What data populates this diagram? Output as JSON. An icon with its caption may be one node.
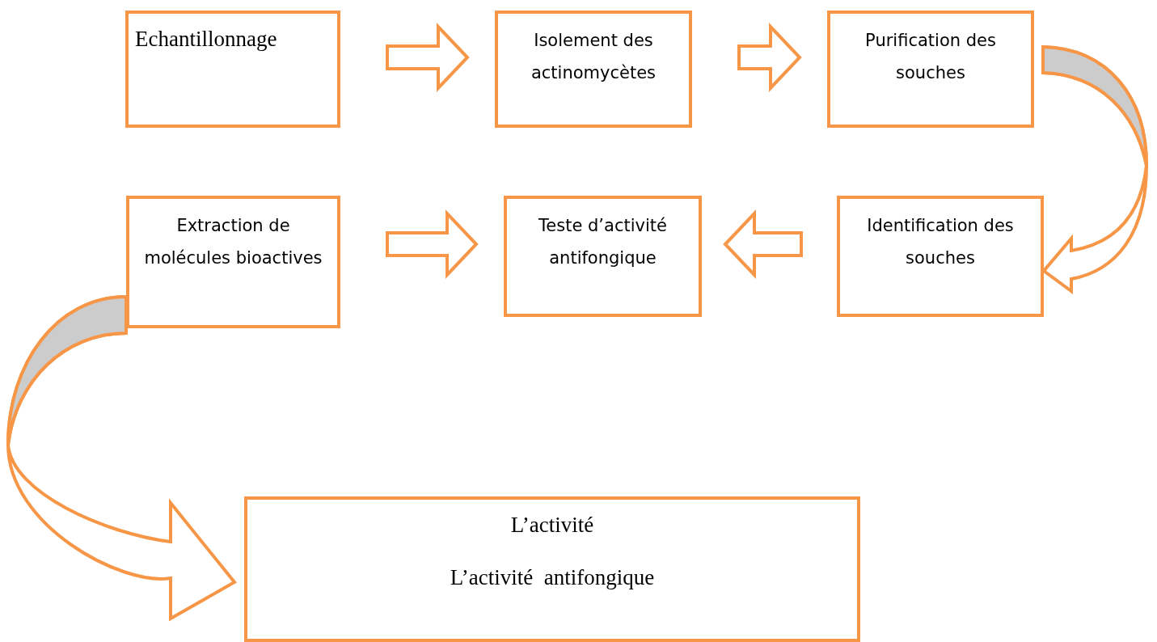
{
  "diagram": {
    "nodes": [
      {
        "text": [
          "Echantillonnage"
        ]
      },
      {
        "text": [
          "Isolement des actinomycètes"
        ]
      },
      {
        "text": [
          "Purification des souches"
        ]
      },
      {
        "text": [
          "Extraction de molécules bioactives"
        ]
      },
      {
        "text": [
          "Teste d’activité antifongique"
        ]
      },
      {
        "text": [
          "Identification des souches"
        ]
      },
      {
        "text": [
          "L’activité",
          "L’activité  antifongique"
        ]
      }
    ],
    "edges": [
      {
        "from": 0,
        "to": 1,
        "arrow": "to"
      },
      {
        "from": 1,
        "to": 2,
        "arrow": "to"
      },
      {
        "from": 2,
        "to": 5,
        "arrow": "to"
      },
      {
        "from": 5,
        "to": 4,
        "arrow": "to"
      },
      {
        "from": 3,
        "to": 4,
        "arrow": "to"
      },
      {
        "from": 3,
        "to": 6,
        "arrow": "to"
      }
    ]
  }
}
